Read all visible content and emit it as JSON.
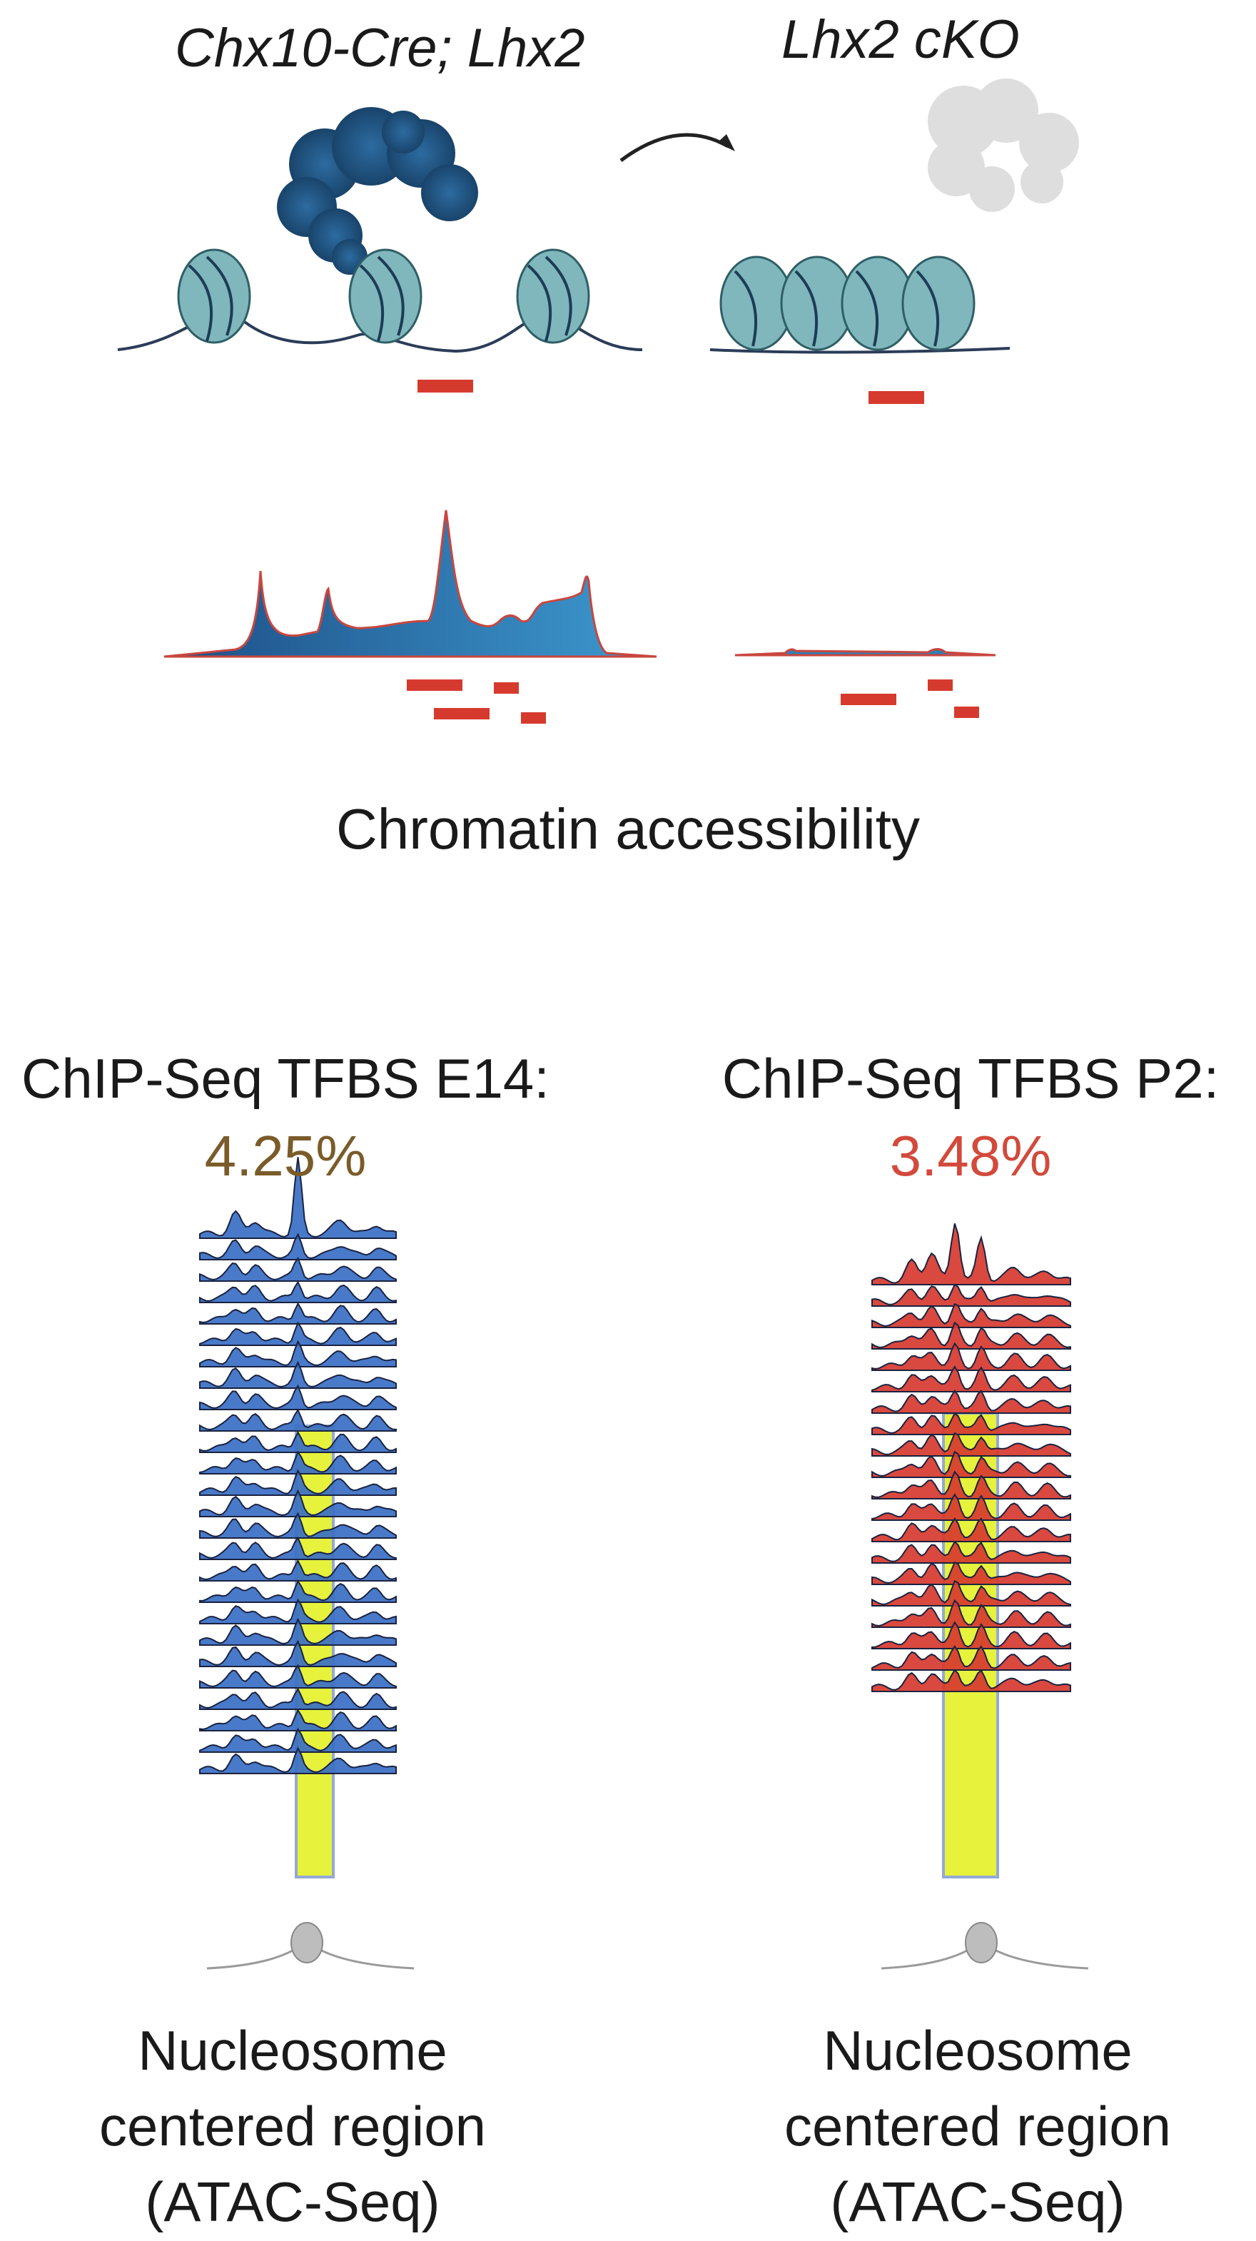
{
  "labels": {
    "left_genotype": "Chx10-Cre; Lhx2",
    "right_genotype": "Lhx2 cKO",
    "chromatin_caption": "Chromatin accessibility"
  },
  "panels": [
    {
      "title": "ChIP-Seq TFBS E14:",
      "percent": "4.25%",
      "percent_color": "#7a5c2a",
      "ridge_color": "#3a6fc4",
      "footer": [
        "Nucleosome",
        "centered region",
        "(ATAC-Seq)"
      ]
    },
    {
      "title": "ChIP-Seq TFBS P2:",
      "percent": "3.48%",
      "percent_color": "#d24a3c",
      "ridge_color": "#d63a2f",
      "footer": [
        "Nucleosome",
        "centered region",
        "(ATAC-Seq)"
      ]
    }
  ],
  "colors": {
    "protein_active": "#1f4f7a",
    "protein_lost": "#dcdcdc",
    "nucleosome": "#7fb7bc",
    "binding_site": "#d63a2f",
    "highlight": "#e6f23c",
    "signal": "#2f7fb5"
  }
}
